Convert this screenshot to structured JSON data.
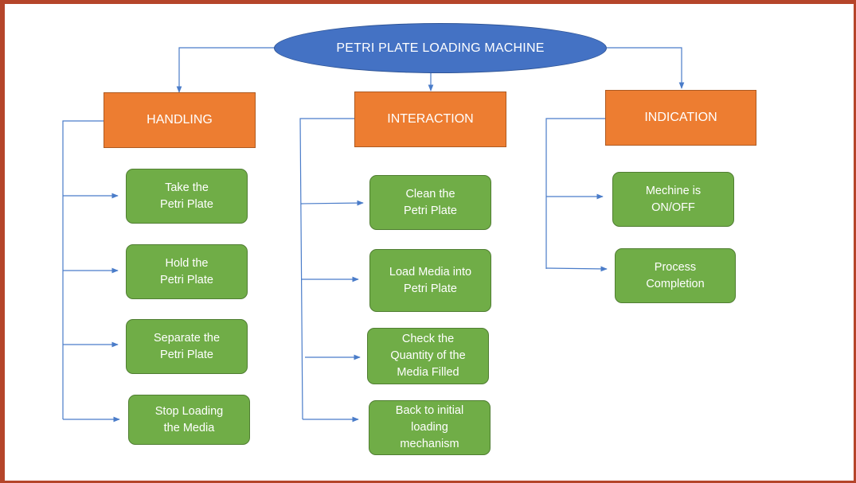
{
  "diagram": {
    "root": "PETRI PLATE LOADING MACHINE",
    "categories": [
      {
        "label": "HANDLING",
        "tasks": [
          "Take the\nPetri Plate",
          "Hold the\nPetri Plate",
          "Separate the\nPetri Plate",
          "Stop Loading\nthe Media"
        ]
      },
      {
        "label": "INTERACTION",
        "tasks": [
          "Clean the\nPetri Plate",
          "Load Media into\nPetri Plate",
          "Check the\nQuantity of the\nMedia Filled",
          "Back to initial\nloading\nmechanism"
        ]
      },
      {
        "label": "INDICATION",
        "tasks": [
          "Mechine is\nON/OFF",
          "Process\nCompletion"
        ]
      }
    ]
  },
  "colors": {
    "root_fill": "#4472c4",
    "category_fill": "#ed7d31",
    "task_fill": "#70ad47",
    "connector": "#4a7cc9",
    "frame_border": "#b5452a"
  }
}
